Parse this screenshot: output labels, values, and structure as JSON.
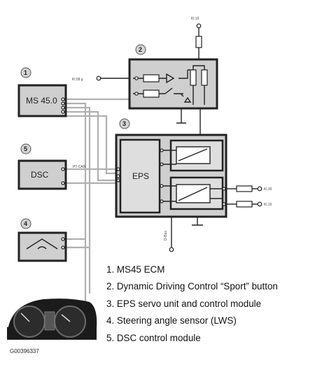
{
  "components": {
    "ecm": {
      "number": "1",
      "label": "MS 45.0"
    },
    "sport_button": {
      "number": "2"
    },
    "eps_unit": {
      "number": "3",
      "label": "EPS"
    },
    "steering_sensor": {
      "number": "4"
    },
    "dsc": {
      "number": "5",
      "label": "DSC"
    }
  },
  "signals": {
    "kl15_top": "Kl.15",
    "kl58g": "Kl.58 g",
    "pt_can": "PT-CAN",
    "kl30": "Kl.30",
    "kl15_right": "Kl.15",
    "d_bus": "D-Bus"
  },
  "legend": [
    "1. MS45 ECM",
    "2. Dynamic Driving Control “Sport” button",
    "3. EPS servo unit and control module",
    "4. Steering angle sensor (LWS)",
    "5. DSC control module"
  ],
  "figure_id": "G00396337"
}
